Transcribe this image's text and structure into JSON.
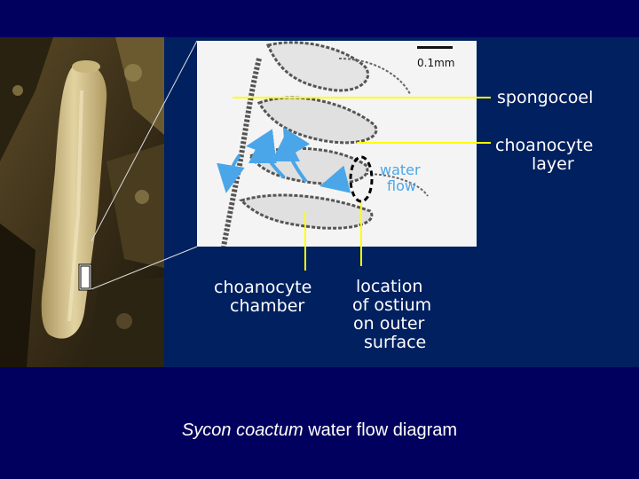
{
  "labels": {
    "spongocoel": "spongocoel",
    "choanocyte_layer_line1": "choanocyte",
    "choanocyte_layer_line2": "layer",
    "choanocyte_chamber_line1": "choanocyte",
    "choanocyte_chamber_line2": "chamber",
    "ostium_line1": "location",
    "ostium_line2": "of ostium",
    "ostium_line3": "on outer",
    "ostium_line4": "surface",
    "water_flow_line1": "water",
    "water_flow_line2": "flow",
    "scale_bar": "0.1mm"
  },
  "caption": {
    "species": "Sycon coactum",
    "text": " water flow diagram"
  },
  "colors": {
    "background": "#02005e",
    "panel": "#002060",
    "pointer_line": "#ffff00",
    "flow_arrow": "#4aa6e8"
  }
}
